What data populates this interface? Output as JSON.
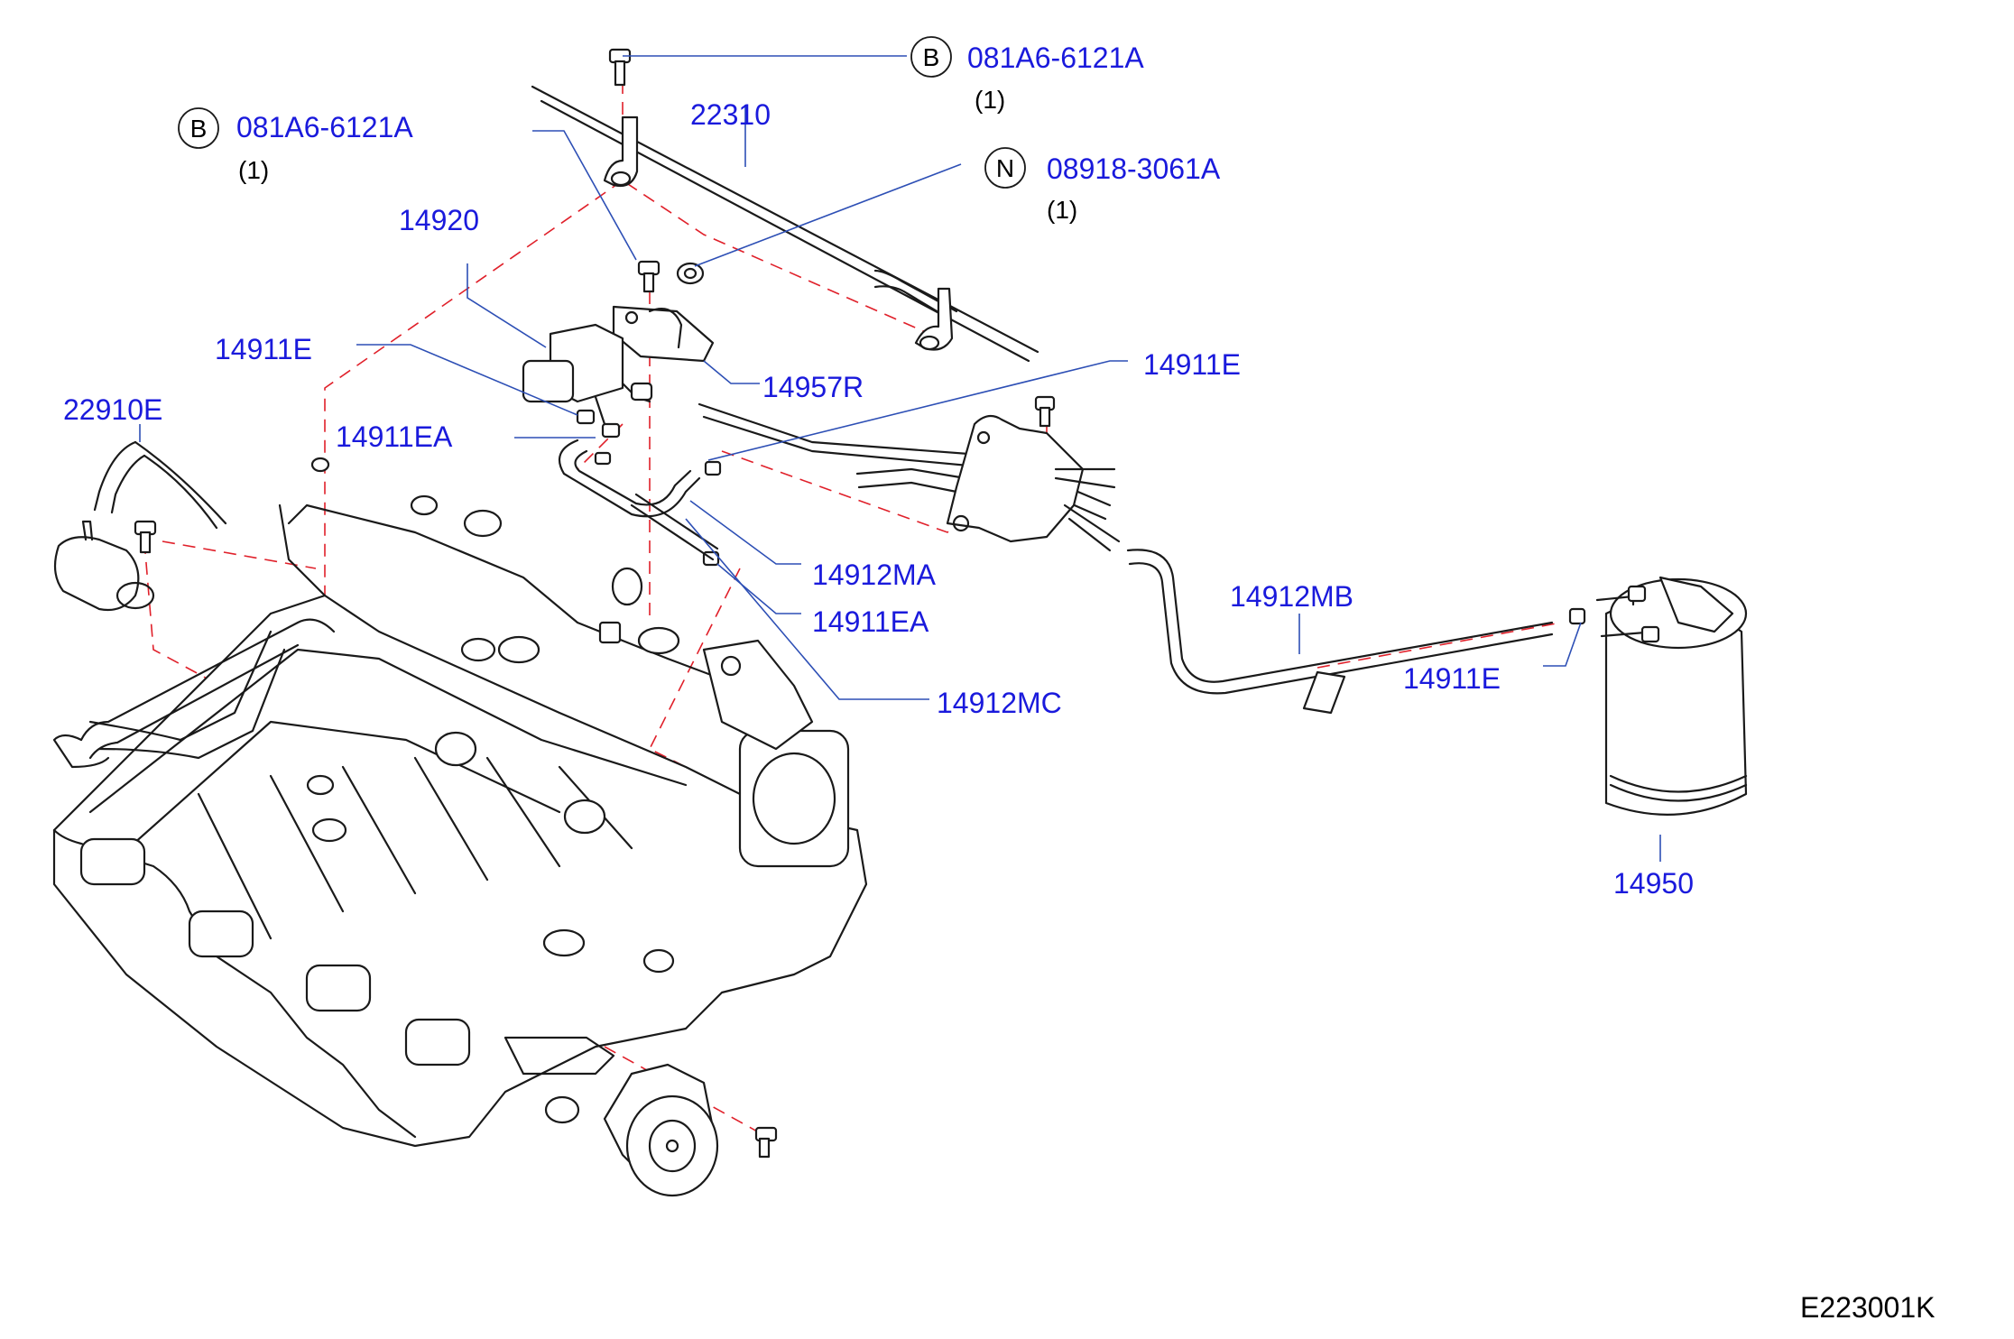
{
  "figure_code": "E223001K",
  "callouts": [
    {
      "id": "b-top",
      "symbol": "B",
      "part": "081A6-6121A",
      "qty": "(1)"
    },
    {
      "id": "b-left",
      "symbol": "B",
      "part": "081A6-6121A",
      "qty": "(1)"
    },
    {
      "id": "n-nut",
      "symbol": "N",
      "part": "08918-3061A",
      "qty": "(1)"
    }
  ],
  "labels": {
    "p22310": "22310",
    "p14920": "14920",
    "p14911e_1": "14911E",
    "p14957r": "14957R",
    "p22910e": "22910E",
    "p14911ea_1": "14911EA",
    "p14911e_2": "14911E",
    "p14912ma": "14912MA",
    "p14911ea_2": "14911EA",
    "p14912mc": "14912MC",
    "p14912mb": "14912MB",
    "p14911e_3": "14911E",
    "p14950": "14950"
  },
  "colors": {
    "label": "#1a1adc",
    "leader": "#2d4fb5",
    "dashed": "#e0202a",
    "line": "#1a1a1a"
  }
}
